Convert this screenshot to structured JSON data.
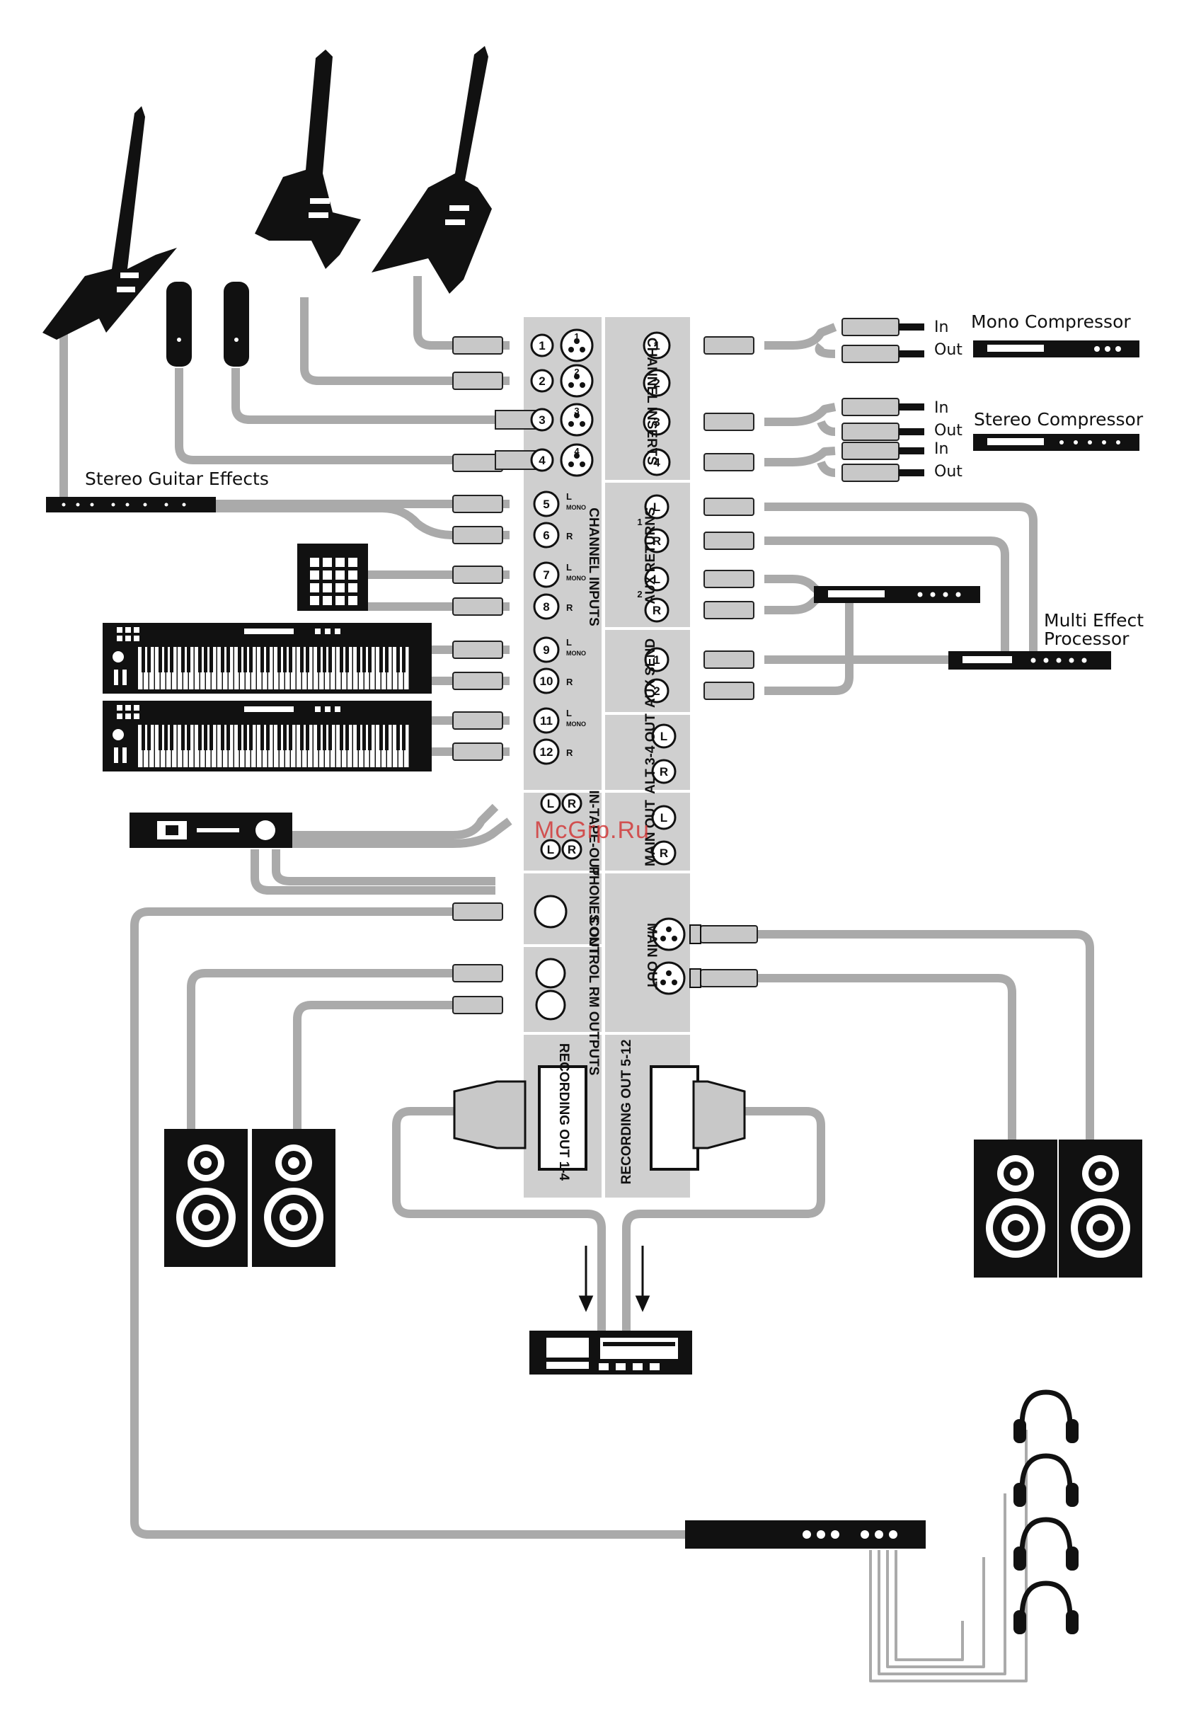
{
  "watermark": "McGrp.Ru",
  "devices": {
    "mono_compressor": "Mono Compressor",
    "stereo_compressor": "Stereo Compressor",
    "stereo_guitar_effects": "Stereo Guitar Effects",
    "multi_effect_processor_line1": "Multi Effect",
    "multi_effect_processor_line2": "Processor"
  },
  "insert_labels": {
    "in": "In",
    "out": "Out"
  },
  "panel_sections": {
    "channel_inserts": "CHANNEL INSERTS",
    "channel_inputs": "CHANNEL INPUTS",
    "aux_returns": "AUX RETURNS",
    "aux_send": "AUX SEND",
    "alt_out": "ALT 3-4 OUT",
    "in_tape_out": "IN-TAPE-OUT",
    "main_out_rca": "MAIN OUT",
    "phones_out": "PHONES OUT",
    "main_out_xlr": "MAIN OUT",
    "control_rm_outputs": "CONTROL RM OUTPUTS",
    "recording_out_1_4": "RECORDING OUT 1-4",
    "recording_out_5_12": "RECORDING OUT 5-12"
  },
  "channel_numbers": [
    "1",
    "2",
    "3",
    "4",
    "5",
    "6",
    "7",
    "8",
    "9",
    "10",
    "11",
    "12"
  ],
  "insert_numbers": [
    "1",
    "2",
    "3",
    "4"
  ],
  "aux_send_numbers": [
    "1",
    "2"
  ],
  "aux_return_numbers": [
    "1",
    "2"
  ],
  "lr": {
    "l": "L",
    "r": "R",
    "mono": "MONO"
  },
  "icons": [
    "guitar-icon",
    "microphone-icon",
    "keyboard-icon",
    "drum-machine-icon",
    "speaker-icon",
    "headphones-icon",
    "rack-unit-icon",
    "multitrack-recorder-icon",
    "db25-connector-icon",
    "xlr-connector-icon"
  ]
}
